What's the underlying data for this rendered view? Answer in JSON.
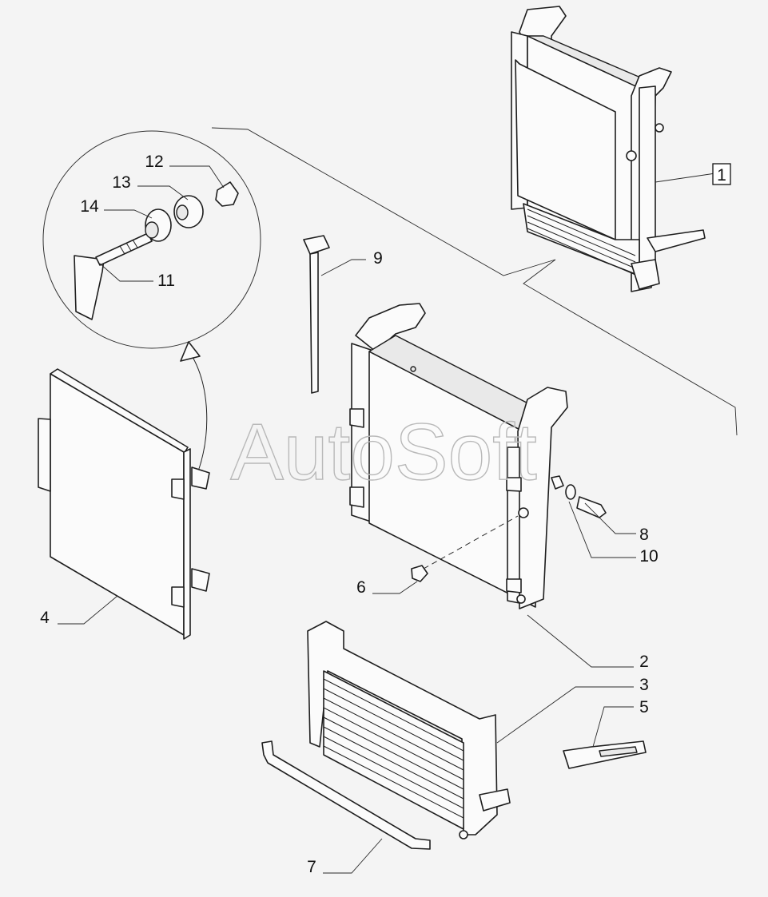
{
  "callouts": {
    "c1": "1",
    "c2": "2",
    "c3": "3",
    "c4": "4",
    "c5": "5",
    "c6": "6",
    "c7": "7",
    "c8": "8",
    "c9": "9",
    "c10": "10",
    "c11": "11",
    "c12": "12",
    "c13": "13",
    "c14": "14"
  },
  "watermark": "AutoSoft"
}
